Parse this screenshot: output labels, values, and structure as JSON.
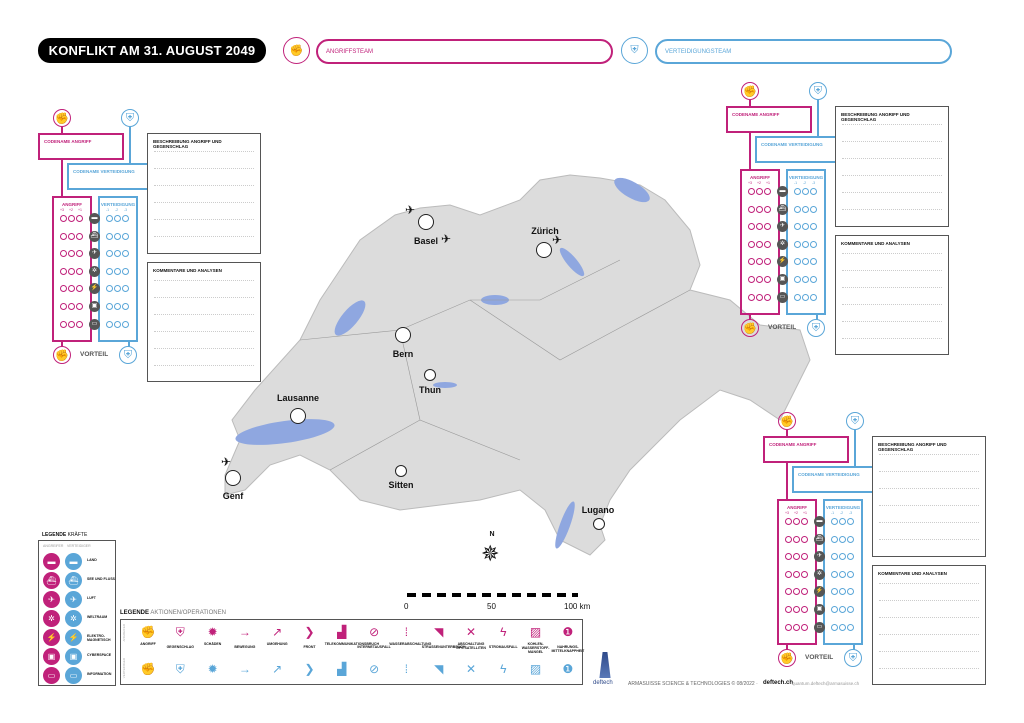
{
  "header": {
    "title": "KONFLIKT AM 31. AUGUST 2049",
    "attack_team": "ANGRIFFSTEAM",
    "defense_team": "VERTEIDIGUNGSTEAM"
  },
  "panel": {
    "codename_attack": "CODENAME ANGRIFF",
    "codename_defense": "CODENAME VERTEIDIGUNG",
    "attack": "ANGRIFF",
    "defense": "VERTEIDIGUNG",
    "attack_levels": [
      "+3",
      "+2",
      "+1"
    ],
    "defense_levels": [
      "-1",
      "-2",
      "-3"
    ],
    "description": "BESCHREIBUNG ANGRIFF UND GEGENSCHLAG",
    "comments": "KOMMENTARE UND ANALYSEN",
    "advantage": "VORTEIL"
  },
  "map": {
    "cities": [
      "Basel",
      "Zürich",
      "Bern",
      "Thun",
      "Lausanne",
      "Genf",
      "Sitten",
      "Lugano"
    ],
    "compass": "N",
    "scale": [
      "0",
      "50",
      "100 km"
    ]
  },
  "legend_forces": {
    "title": "LEGENDE",
    "subtitle": "KRÄFTE",
    "attacker": "ANGREIFER",
    "defender": "VERTEIDIGER",
    "items": [
      "LAND",
      "SEE UND FLUSS",
      "LUFT",
      "WELTRAUM",
      "ELEKTRO-MAGNETISCH",
      "CYBERSPACE",
      "INFORMATION"
    ]
  },
  "legend_actions": {
    "title": "LEGENDE",
    "subtitle": "AKTIONEN/OPERATIONEN",
    "attacker": "ANGREIFER",
    "defender": "VERTEIDIGER",
    "items": [
      "ANGRIFF",
      "GEGENSCHLAG",
      "SCHÄDEN",
      "BEWEGUNG",
      "UMGEHUNG",
      "FRONT",
      "TELEKOMMUNIKATIONSBRUCH",
      "INTERNETAUSFALL",
      "WASSERABSCHALTUNG",
      "STRASSENUNTERBRUCH",
      "ABSCHALTUNG GPS SATELLITEN",
      "STROMAUSFALL",
      "KOHLEN-WASSERSTOFF-MANGEL",
      "NAHRUNGS-MITTELKNAPPHEIT"
    ]
  },
  "footer": {
    "brand": "deftech",
    "credit": "ARMASUISSE SCIENCE & TECHNOLOGIES © 08/2022 ·",
    "site": "deftech.ch",
    "email": "quantum.deftech@armasuisse.ch"
  },
  "colors": {
    "attack": "#c0217a",
    "defense": "#5aa6d8"
  }
}
